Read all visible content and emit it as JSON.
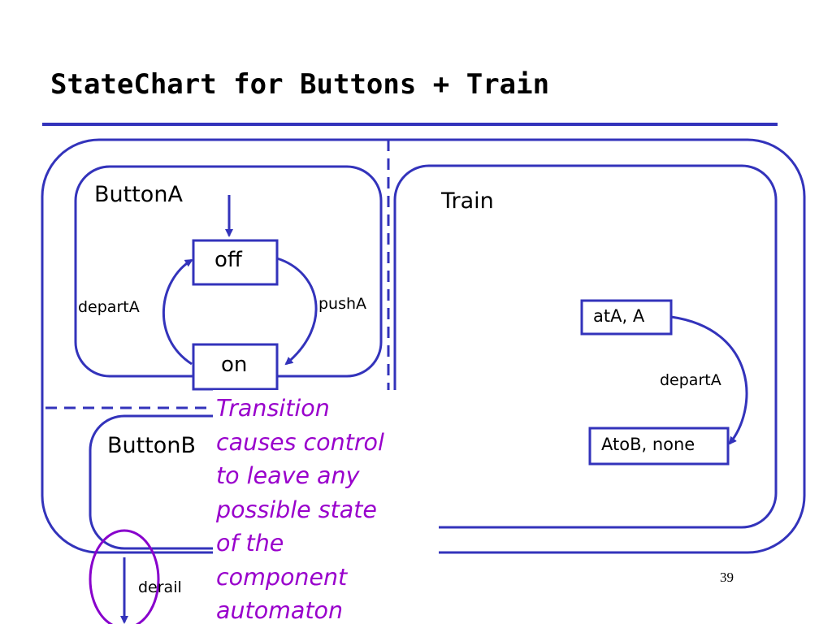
{
  "slide": {
    "title": "StateChart for Buttons + Train",
    "page_number": "39"
  },
  "diagram": {
    "regions": {
      "button_a": "ButtonA",
      "button_b": "ButtonB",
      "train": "Train"
    },
    "states": {
      "off": "off",
      "on": "on",
      "at_a": "atA, A",
      "a_to_b": "AtoB, none"
    },
    "events": {
      "depart_a_left": "departA",
      "push_a": "pushA",
      "depart_a_train": "departA",
      "derail": "derail"
    },
    "colors": {
      "line": "#3333bb",
      "annotation": "#9900cc",
      "highlight_ellipse": "#8800cc"
    }
  },
  "annotation": {
    "lines": [
      "Transition",
      "causes control",
      "to leave any",
      "possible state",
      "of the",
      "component",
      "automaton"
    ]
  }
}
